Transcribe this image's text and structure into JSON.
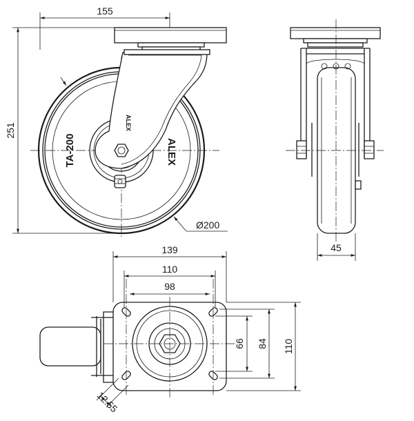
{
  "dimensions": {
    "side_width": "155",
    "side_height": "251",
    "wheel_diameter": "Ø200",
    "wheel_width": "45",
    "plate_width": "139",
    "plate_hole_spacing_outer": "110",
    "plate_hole_spacing_inner": "98",
    "plate_hole_spacing_vert_inner": "66",
    "plate_hole_spacing_vert_mid": "84",
    "plate_height": "110",
    "hole_size": "12.55"
  },
  "embossing": {
    "wheel_model": "TA-200",
    "brand": "ALEX",
    "brand_small": "ALEX"
  },
  "colors": {
    "line": "#1a1a1a",
    "background": "#ffffff"
  }
}
